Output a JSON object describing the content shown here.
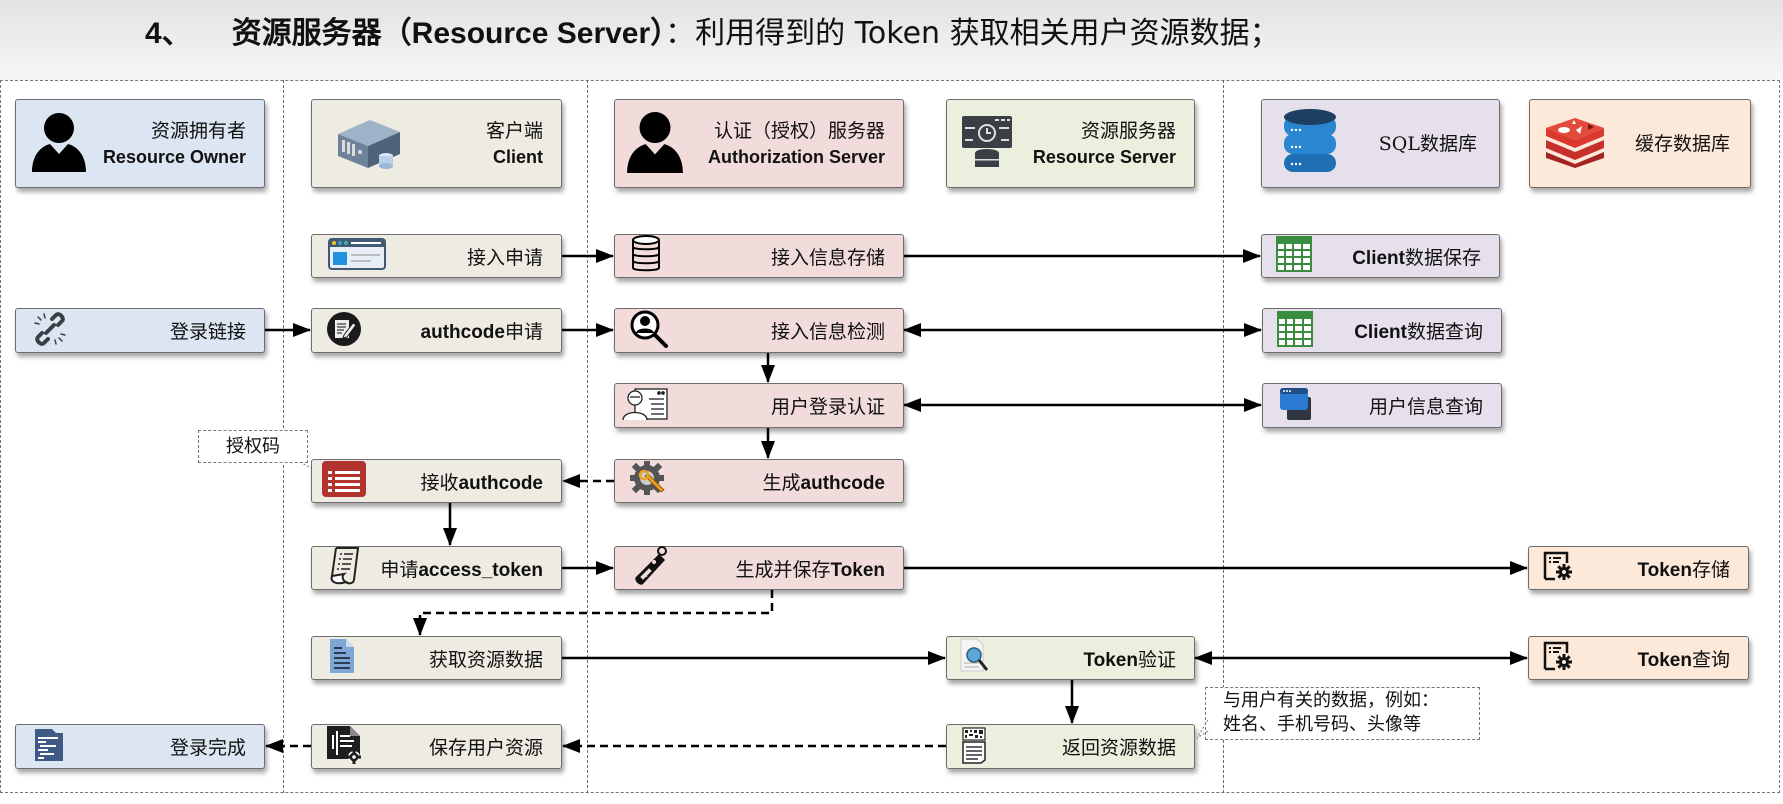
{
  "title": {
    "number": "4、",
    "bold": "资源服务器（Resource Server）",
    "rest": "：利用得到的 Token 获取相关用户资源数据；"
  },
  "headers": {
    "owner": {
      "zh": "资源拥有者",
      "en": "Resource Owner",
      "icon": "user-icon"
    },
    "client": {
      "zh": "客户端",
      "en": "Client",
      "icon": "server-icon"
    },
    "auth": {
      "zh": "认证（授权）服务器",
      "en": "Authorization Server",
      "icon": "user-icon"
    },
    "resource": {
      "zh": "资源服务器",
      "en": "Resource Server",
      "icon": "server-dashboard-icon"
    },
    "sql": {
      "zh": "SQL数据库",
      "icon": "database-stack-icon"
    },
    "cache": {
      "zh": "缓存数据库",
      "icon": "redis-icon"
    }
  },
  "steps": {
    "access_apply": {
      "label": "接入申请",
      "icon": "browser-window-icon"
    },
    "access_store": {
      "label": "接入信息存储",
      "icon": "database-icon"
    },
    "client_save": {
      "prefix": "Client",
      "label": "数据保存",
      "icon": "table-icon"
    },
    "login_link": {
      "label": "登录链接",
      "icon": "broken-link-icon"
    },
    "authcode_apply": {
      "prefix": "authcode",
      "label": "申请",
      "icon": "edit-note-icon"
    },
    "access_check": {
      "label": "接入信息检测",
      "icon": "user-search-icon"
    },
    "client_query": {
      "prefix": "Client",
      "label": "数据查询",
      "icon": "table-icon"
    },
    "user_login_auth": {
      "label": "用户登录认证",
      "icon": "user-profile-card-icon"
    },
    "user_info_query": {
      "label": "用户信息查询",
      "icon": "windows-stack-icon"
    },
    "recv_authcode": {
      "label": "接收",
      "suffix": "authcode",
      "icon": "list-icon"
    },
    "gen_authcode": {
      "label": "生成",
      "suffix": "authcode",
      "icon": "gear-wrench-icon"
    },
    "apply_token": {
      "label": "申请",
      "suffix": "access_token",
      "icon": "receipt-icon"
    },
    "gen_save_token": {
      "label": "生成并保存",
      "suffix": "Token",
      "icon": "key-tag-icon"
    },
    "token_store": {
      "prefix": "Token",
      "label": "存储",
      "icon": "settings-doc-icon"
    },
    "get_resource": {
      "label": "获取资源数据",
      "icon": "document-icon"
    },
    "token_verify": {
      "prefix": "Token",
      "label": "验证",
      "icon": "doc-search-icon"
    },
    "token_query": {
      "prefix": "Token",
      "label": "查询",
      "icon": "settings-doc-icon"
    },
    "login_done": {
      "label": "登录完成",
      "icon": "code-file-icon"
    },
    "save_user_res": {
      "label": "保存用户资源",
      "icon": "file-gear-icon"
    },
    "return_res": {
      "label": "返回资源数据",
      "icon": "qr-document-icon"
    }
  },
  "callouts": {
    "authcode": "授权码",
    "user_data_line1": "与用户有关的数据，例如：",
    "user_data_line2": "姓名、手机号码、头像等"
  },
  "colors": {
    "owner": "#dce6f2",
    "client": "#eeebe2",
    "auth": "#f2dcdb",
    "resource": "#ebf0de",
    "sql": "#e6e0ec",
    "cache": "#fde9d9"
  }
}
